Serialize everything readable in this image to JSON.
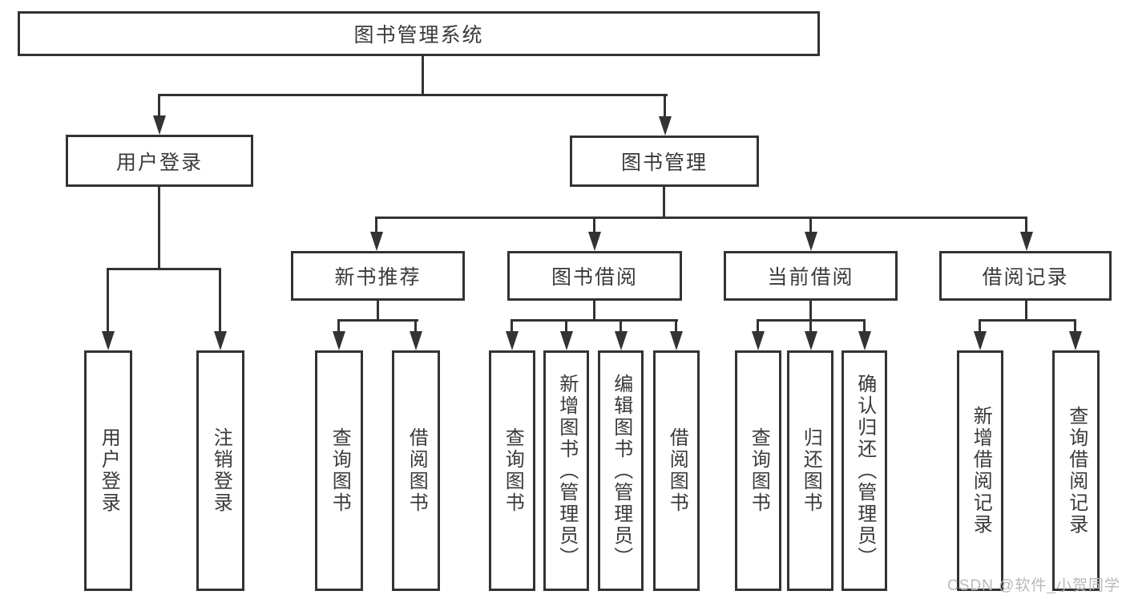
{
  "diagram": {
    "root": {
      "label": "图书管理系统"
    },
    "level2": {
      "user_login": {
        "label": "用户登录"
      },
      "book_management": {
        "label": "图书管理"
      }
    },
    "level3": {
      "new_book_recommend": {
        "label": "新书推荐"
      },
      "book_borrowing": {
        "label": "图书借阅"
      },
      "current_borrowing": {
        "label": "当前借阅"
      },
      "borrow_records": {
        "label": "借阅记录"
      }
    },
    "leaves": {
      "user_login": {
        "label": "用户登录"
      },
      "logout": {
        "label": "注销登录"
      },
      "query_books_recommend": {
        "label": "查询图书"
      },
      "borrow_books_recommend": {
        "label": "借阅图书"
      },
      "query_books_borrowing": {
        "label": "查询图书"
      },
      "add_books_admin": {
        "label": "新增图书（管理员）"
      },
      "edit_books_admin": {
        "label": "编辑图书（管理员）"
      },
      "borrow_books_borrowing": {
        "label": "借阅图书"
      },
      "query_books_current": {
        "label": "查询图书"
      },
      "return_books": {
        "label": "归还图书"
      },
      "confirm_return_admin": {
        "label": "确认归还（管理员）"
      },
      "add_borrow_record": {
        "label": "新增借阅记录"
      },
      "query_borrow_record": {
        "label": "查询借阅记录"
      }
    }
  },
  "watermark": {
    "text": "CSDN @软件_小贺同学"
  },
  "colors": {
    "line": "#333333",
    "text": "#3a3a3a",
    "watermark": "#b9b9b9",
    "bg": "#ffffff"
  }
}
